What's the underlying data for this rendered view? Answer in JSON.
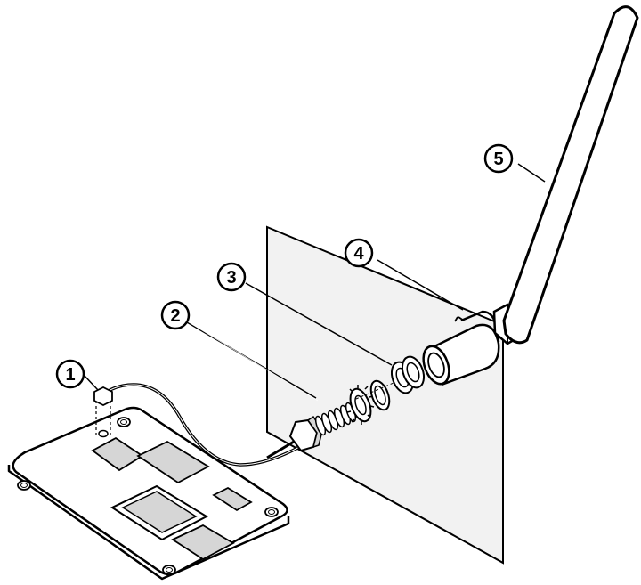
{
  "diagram": {
    "callouts": [
      {
        "id": "1",
        "label": "1"
      },
      {
        "id": "2",
        "label": "2"
      },
      {
        "id": "3",
        "label": "3"
      },
      {
        "id": "4",
        "label": "4"
      },
      {
        "id": "5",
        "label": "5"
      }
    ]
  },
  "colors": {
    "stroke": "#000000",
    "panel_fill": "#f2f2f2",
    "board_fill": "#ffffff",
    "chip_fill": "#d6d6d6",
    "antenna_fill": "#ffffff"
  }
}
